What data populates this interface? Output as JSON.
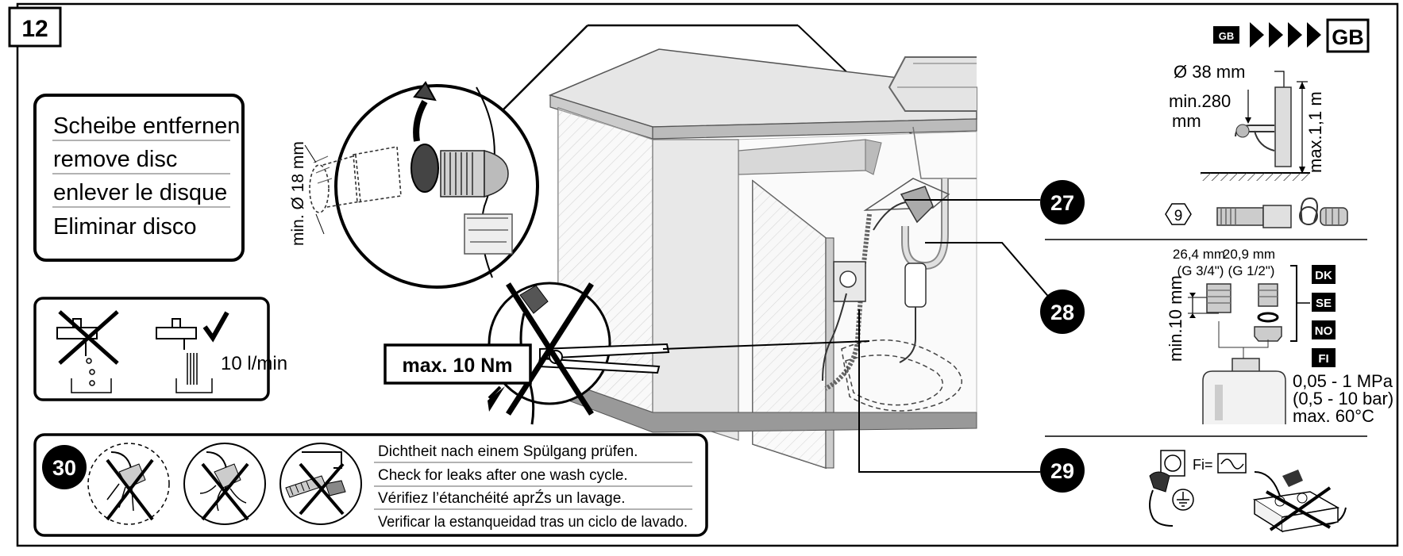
{
  "step_number": "12",
  "region_indicator": {
    "small": "GB",
    "large": "GB"
  },
  "disc_instructions": [
    "Scheibe entfernen",
    "remove disc",
    "enlever le disque",
    "Eliminar disco"
  ],
  "hose_diameter_label": "min. Ø 18 mm",
  "torque_label": "max. 10 Nm",
  "flow_rate_label": "10 l/min",
  "callouts": [
    "27",
    "28",
    "29",
    "30"
  ],
  "leak_check": {
    "number": "30",
    "lines": [
      "Dichtheit nach einem Spülgang prüfen.",
      "Check for leaks after one wash cycle.",
      "Vérifiez l’étanchéité aprŹs un lavage.",
      "Verificar la estanqueidad tras un ciclo de lavado."
    ]
  },
  "drain_spec": {
    "diameter": "Ø 38 mm",
    "min_height": "min.280",
    "min_height_unit": "mm",
    "max_height": "max.1,1 m"
  },
  "accessory_number": "9",
  "thread_spec": {
    "left": "26,4 mm",
    "left_thread": "(G 3/4\")",
    "right": "20,9 mm",
    "right_thread": "(G 1/2\")",
    "min_length": "min.10 mm",
    "countries": [
      "DK",
      "SE",
      "NO",
      "FI"
    ]
  },
  "pressure_spec": [
    "0,05 - 1 MPa",
    "(0,5 - 10 bar)",
    "max. 60°C"
  ],
  "electrical": {
    "fi_label": "Fi="
  }
}
